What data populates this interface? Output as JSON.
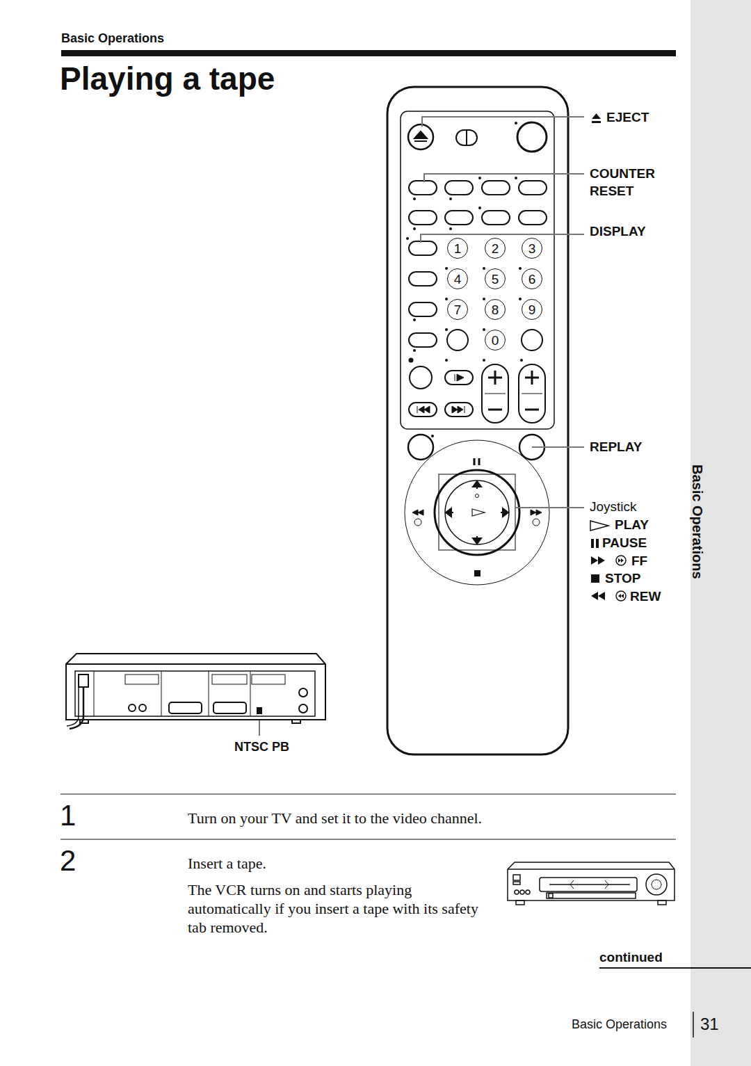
{
  "diagram": {
    "title": "Playing a tape",
    "nodes": [
      {
        "text": [
          "1"
        ]
      },
      {
        "text": [
          "2"
        ]
      },
      {
        "text": [
          "3"
        ]
      },
      {
        "text": [
          "4"
        ]
      },
      {
        "text": [
          "5"
        ]
      },
      {
        "text": [
          "6"
        ]
      },
      {
        "text": [
          "7"
        ]
      },
      {
        "text": [
          "8"
        ]
      },
      {
        "text": [
          "9"
        ]
      },
      {
        "text": [
          "0"
        ]
      }
    ],
    "labels": [
      "Basic Operations",
      "EJECT",
      "COUNTER RESET",
      "DISPLAY",
      "REPLAY",
      "Joystick",
      "PLAY",
      "PAUSE",
      "FF",
      "STOP",
      "REW",
      "Basic Operations",
      "NTSC PB",
      "1",
      "Turn on your TV and set it to the video channel.",
      "2",
      "Insert a tape.",
      "The VCR turns on and starts playing automatically if you insert a tape with its safety tab removed.",
      "continued",
      "Basic Operations",
      "31"
    ]
  }
}
